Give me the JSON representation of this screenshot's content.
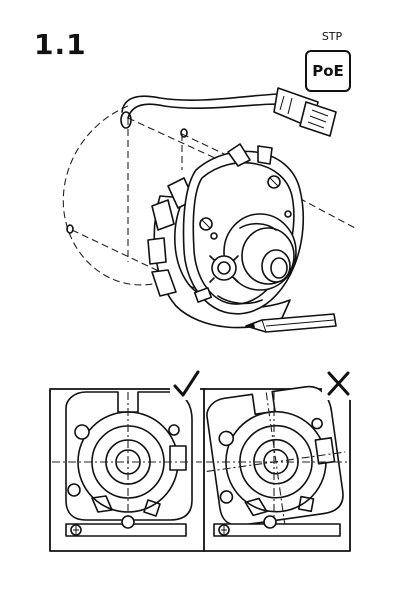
{
  "step": {
    "number": "1.1"
  },
  "badge": {
    "top_label": "STP",
    "text": "PoE"
  },
  "comparison": {
    "correct_mark": "✓",
    "wrong_mark": "✕"
  },
  "icons": {
    "cable": "network-cable-icon",
    "camera": "dome-camera-icon",
    "pencil": "pencil-icon",
    "check": "check-icon",
    "cross": "cross-icon"
  }
}
